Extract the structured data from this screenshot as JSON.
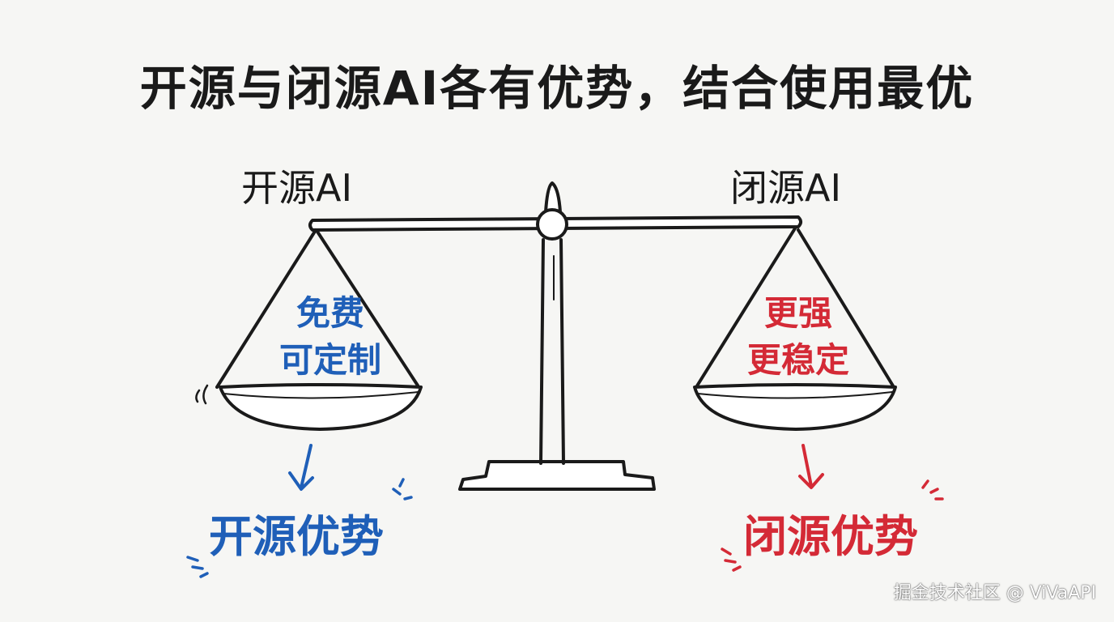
{
  "title": "开源与闭源AI各有优势，结合使用最优",
  "left": {
    "label": "开源AI",
    "pan_lines": [
      "免费",
      "可定制"
    ],
    "advantage": "开源优势",
    "color": "#1f5fb8"
  },
  "right": {
    "label": "闭源AI",
    "pan_lines": [
      "更强",
      "更稳定"
    ],
    "advantage": "闭源优势",
    "color": "#d42a36"
  },
  "watermark": "掘金技术社区 @ ViVaAPI"
}
